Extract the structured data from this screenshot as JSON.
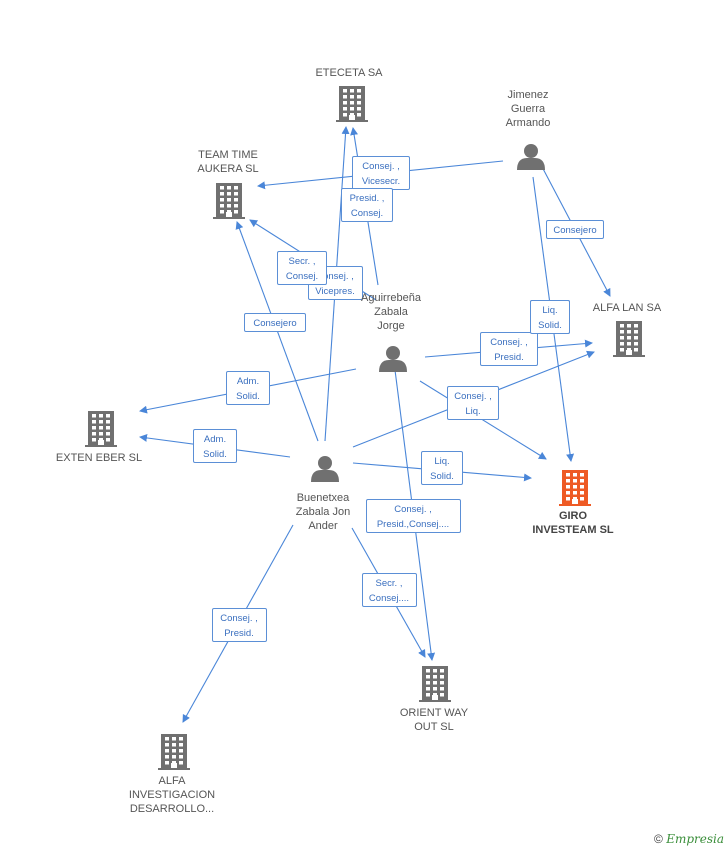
{
  "nodes": [
    {
      "id": "eteceta",
      "label": "ETECETA SA",
      "type": "company"
    },
    {
      "id": "teamtime",
      "label": "TEAM TIME\nAUKERA SL",
      "type": "company"
    },
    {
      "id": "jimenez",
      "label": "Jimenez\nGuerra\nArmando",
      "type": "person"
    },
    {
      "id": "alfalan",
      "label": "ALFA LAN SA",
      "type": "company"
    },
    {
      "id": "aguirrebena",
      "label": "Aguirrebeña\nZabala\nJorge",
      "type": "person"
    },
    {
      "id": "exteneber",
      "label": "EXTEN EBER  SL",
      "type": "company"
    },
    {
      "id": "buenetxea",
      "label": "Buenetxea\nZabala Jon\nAnder",
      "type": "person"
    },
    {
      "id": "giro",
      "label": "GIRO\nINVESTEAM SL",
      "type": "company",
      "highlight": true
    },
    {
      "id": "orientway",
      "label": "ORIENT WAY\nOUT  SL",
      "type": "company"
    },
    {
      "id": "alfainv",
      "label": "ALFA\nINVESTIGACION\nDESARROLLO...",
      "type": "company"
    }
  ],
  "edges": [
    {
      "from": "jimenez",
      "to": "teamtime",
      "label": "Consej. ,\nVicesecr."
    },
    {
      "from": "jimenez",
      "to": "alfalan",
      "label": "Consejero"
    },
    {
      "from": "jimenez",
      "to": "giro",
      "label": "Liq.\nSolid."
    },
    {
      "from": "aguirrebena",
      "to": "eteceta",
      "label": "Presid. ,\nConsej."
    },
    {
      "from": "aguirrebena",
      "to": "teamtime",
      "label": "Consej. ,\nVicepres."
    },
    {
      "from": "aguirrebena",
      "to": "alfalan",
      "label": "Consej. ,\nPresid."
    },
    {
      "from": "aguirrebena",
      "to": "exteneber",
      "label": "Adm.\nSolid."
    },
    {
      "from": "aguirrebena",
      "to": "giro",
      "label": "Consej. ,\nLiq."
    },
    {
      "from": "aguirrebena",
      "to": "orientway",
      "label": "Consej. ,\nPresid.,Consej...."
    },
    {
      "from": "buenetxea",
      "to": "eteceta",
      "label": "Secr. ,\nConsej."
    },
    {
      "from": "buenetxea",
      "to": "teamtime",
      "label": "Consejero"
    },
    {
      "from": "buenetxea",
      "to": "exteneber",
      "label": "Adm.\nSolid."
    },
    {
      "from": "buenetxea",
      "to": "giro",
      "label": "Liq.\nSolid."
    },
    {
      "from": "buenetxea",
      "to": "alfalan",
      "label": "Liq.\nSolid."
    },
    {
      "from": "buenetxea",
      "to": "orientway",
      "label": "Secr. ,\nConsej...."
    },
    {
      "from": "buenetxea",
      "to": "alfainv",
      "label": "Consej. ,\nPresid."
    }
  ],
  "colors": {
    "edge": "#4a86d8",
    "label_border": "#5b8fd6",
    "label_text": "#3a6fbf",
    "icon": "#707070",
    "highlight": "#ee5a24"
  },
  "footer": {
    "copyright_symbol": "©",
    "brand": "Empresia"
  }
}
